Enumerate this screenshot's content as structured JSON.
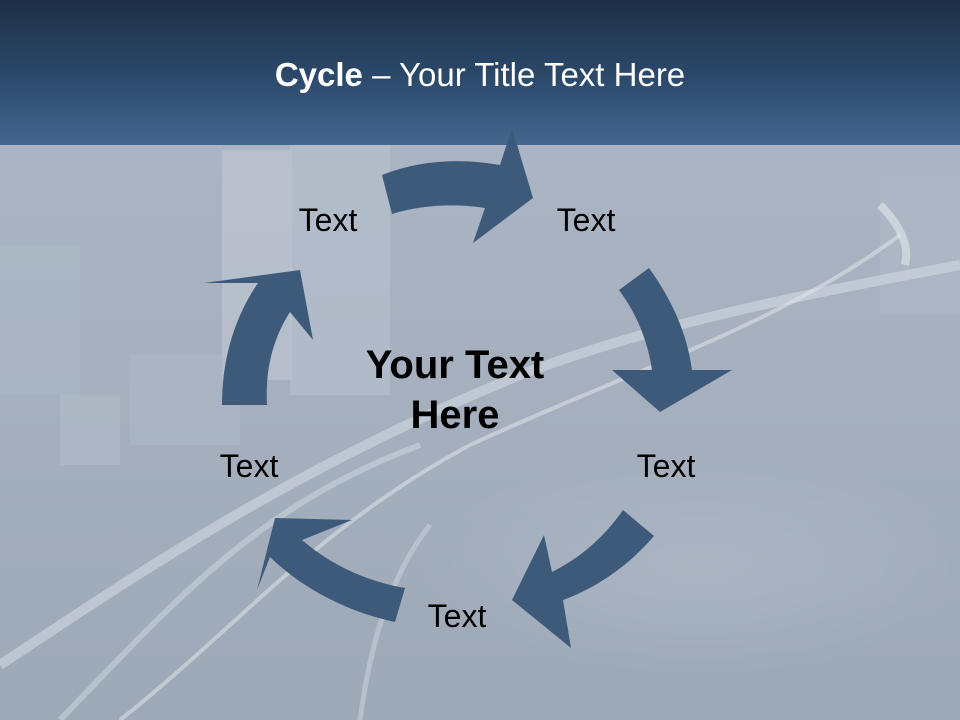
{
  "slide": {
    "title_bold": "Cycle",
    "title_rest": " – Your Title Text Here",
    "center_text_line1": "Your Text",
    "center_text_line2": "Here",
    "arrow_color": "#3d5a7a",
    "title_band_color": "#2c4a6c"
  },
  "cycle": {
    "nodes": [
      {
        "label": "Text"
      },
      {
        "label": "Text"
      },
      {
        "label": "Text"
      },
      {
        "label": "Text"
      },
      {
        "label": "Text"
      }
    ]
  }
}
